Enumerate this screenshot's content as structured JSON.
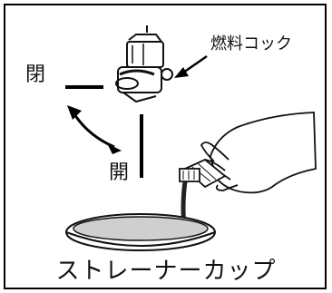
{
  "labels": {
    "closed": "閉",
    "open": "開",
    "fuel_cock": "燃料コック",
    "strainer_cup": "ストレーナーカップ"
  }
}
